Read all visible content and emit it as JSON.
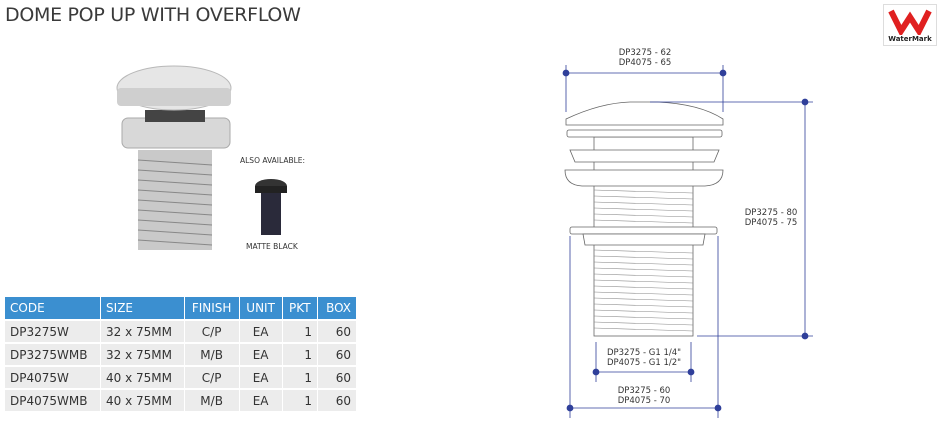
{
  "title": "DOME POP UP WITH OVERFLOW",
  "logo_text": "WaterMark",
  "also_available": "ALSO AVAILABLE:",
  "variant_label": "MATTE BLACK",
  "table": {
    "headers": [
      "CODE",
      "SIZE",
      "FINISH",
      "UNIT",
      "PKT",
      "BOX"
    ],
    "rows": [
      [
        "DP3275W",
        "32 x 75MM",
        "C/P",
        "EA",
        "1",
        "60"
      ],
      [
        "DP3275WMB",
        "32 x 75MM",
        "M/B",
        "EA",
        "1",
        "60"
      ],
      [
        "DP4075W",
        "40 x 75MM",
        "C/P",
        "EA",
        "1",
        "60"
      ],
      [
        "DP4075WMB",
        "40 x 75MM",
        "M/B",
        "EA",
        "1",
        "60"
      ]
    ]
  },
  "dimensions": {
    "top": [
      "DP3275 - 62",
      "DP4075 - 65"
    ],
    "height": [
      "DP3275 - 80",
      "DP4075 - 75"
    ],
    "thread": [
      "DP3275 - G1 1/4\"",
      "DP4075 - G1 1/2\""
    ],
    "flange": [
      "DP3275 - 60",
      "DP4075 - 70"
    ]
  },
  "colors": {
    "header": "#3b8fd0",
    "dim_line": "#2f3f9a"
  }
}
